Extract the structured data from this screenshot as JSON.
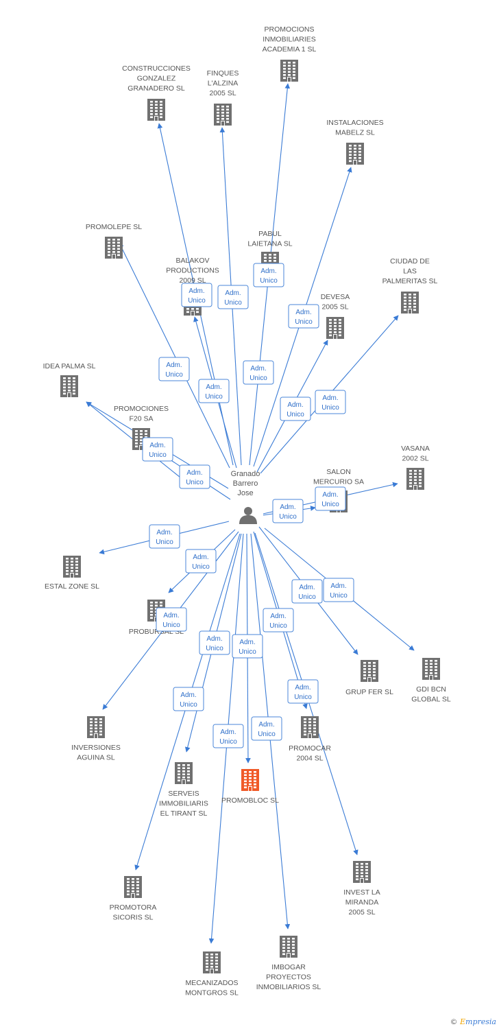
{
  "center": {
    "label_lines": [
      "Granado",
      "Barrero",
      "Jose"
    ],
    "icon": "person-icon"
  },
  "role_label_lines": [
    "Adm.",
    "Unico"
  ],
  "colors": {
    "edge": "#3a7bd5",
    "building": "#707070",
    "building_highlight": "#f05a28",
    "role_border": "#4a86d8",
    "role_text": "#2f6fc9"
  },
  "companies": [
    {
      "id": "promocions-inmobiliaries-academia-1",
      "label_lines": [
        "PROMOCIONS",
        "INMOBILIARIES",
        "ACADEMIA 1 SL"
      ],
      "highlight": false
    },
    {
      "id": "construcciones-gonzalez-granadero",
      "label_lines": [
        "CONSTRUCCIONES",
        "GONZALEZ",
        "GRANADERO SL"
      ],
      "highlight": false
    },
    {
      "id": "finques-lalzina-2005",
      "label_lines": [
        "FINQUES",
        "L'ALZINA",
        "2005 SL"
      ],
      "highlight": false
    },
    {
      "id": "instalaciones-mabelz",
      "label_lines": [
        "INSTALACIONES",
        "MABELZ SL"
      ],
      "highlight": false
    },
    {
      "id": "promolepe",
      "label_lines": [
        "PROMOLEPE SL"
      ],
      "highlight": false
    },
    {
      "id": "pabul-laietana",
      "label_lines": [
        "PABUL",
        "LAIETANA SL"
      ],
      "highlight": false
    },
    {
      "id": "balakov-productions-2009",
      "label_lines": [
        "BALAKOV",
        "PRODUCTIONS",
        "2009 SL"
      ],
      "highlight": false
    },
    {
      "id": "ciudad-de-las-palmeritas",
      "label_lines": [
        "CIUDAD DE",
        "LAS",
        "PALMERITAS SL"
      ],
      "highlight": false
    },
    {
      "id": "devesa-2005",
      "label_lines": [
        "DEVESA",
        "2005 SL"
      ],
      "highlight": false
    },
    {
      "id": "idea-palma",
      "label_lines": [
        "IDEA PALMA SL"
      ],
      "highlight": false
    },
    {
      "id": "promociones-f20",
      "label_lines": [
        "PROMOCIONES",
        "F20 SA"
      ],
      "highlight": false
    },
    {
      "id": "vasana-2002",
      "label_lines": [
        "VASANA",
        "2002 SL"
      ],
      "highlight": false
    },
    {
      "id": "salon-mercurio",
      "label_lines": [
        "SALON",
        "MERCURIO SA"
      ],
      "highlight": false
    },
    {
      "id": "estal-zone",
      "label_lines": [
        "ESTAL ZONE SL"
      ],
      "highlight": false
    },
    {
      "id": "probursal",
      "label_lines": [
        "PROBURSAL SL"
      ],
      "highlight": false
    },
    {
      "id": "grup-fer",
      "label_lines": [
        "GRUP FER SL"
      ],
      "highlight": false
    },
    {
      "id": "gdi-bcn-global",
      "label_lines": [
        "GDI BCN",
        "GLOBAL SL"
      ],
      "highlight": false
    },
    {
      "id": "inversiones-aguina",
      "label_lines": [
        "INVERSIONES",
        "AGUINA SL"
      ],
      "highlight": false
    },
    {
      "id": "promocar-2004",
      "label_lines": [
        "PROMOCAR",
        "2004 SL"
      ],
      "highlight": false
    },
    {
      "id": "serveis-immobiliaris-el-tirant",
      "label_lines": [
        "SERVEIS",
        "IMMOBILIARIS",
        "EL TIRANT SL"
      ],
      "highlight": false
    },
    {
      "id": "promobloc",
      "label_lines": [
        "PROMOBLOC SL"
      ],
      "highlight": true
    },
    {
      "id": "invest-la-miranda-2005",
      "label_lines": [
        "INVEST LA",
        "MIRANDA",
        "2005 SL"
      ],
      "highlight": false
    },
    {
      "id": "promotora-sicoris",
      "label_lines": [
        "PROMOTORA",
        "SICORIS SL"
      ],
      "highlight": false
    },
    {
      "id": "imbogar-proyectos-inmobiliarios",
      "label_lines": [
        "IMBOGAR",
        "PROYECTOS",
        "INMOBILIARIOS SL"
      ],
      "highlight": false
    },
    {
      "id": "mecanizados-montgros",
      "label_lines": [
        "MECANIZADOS",
        "MONTGROS SL"
      ],
      "highlight": false
    }
  ],
  "footer": {
    "copyright_symbol": "©",
    "brand_initial": "E",
    "brand_rest": "mpresia"
  }
}
